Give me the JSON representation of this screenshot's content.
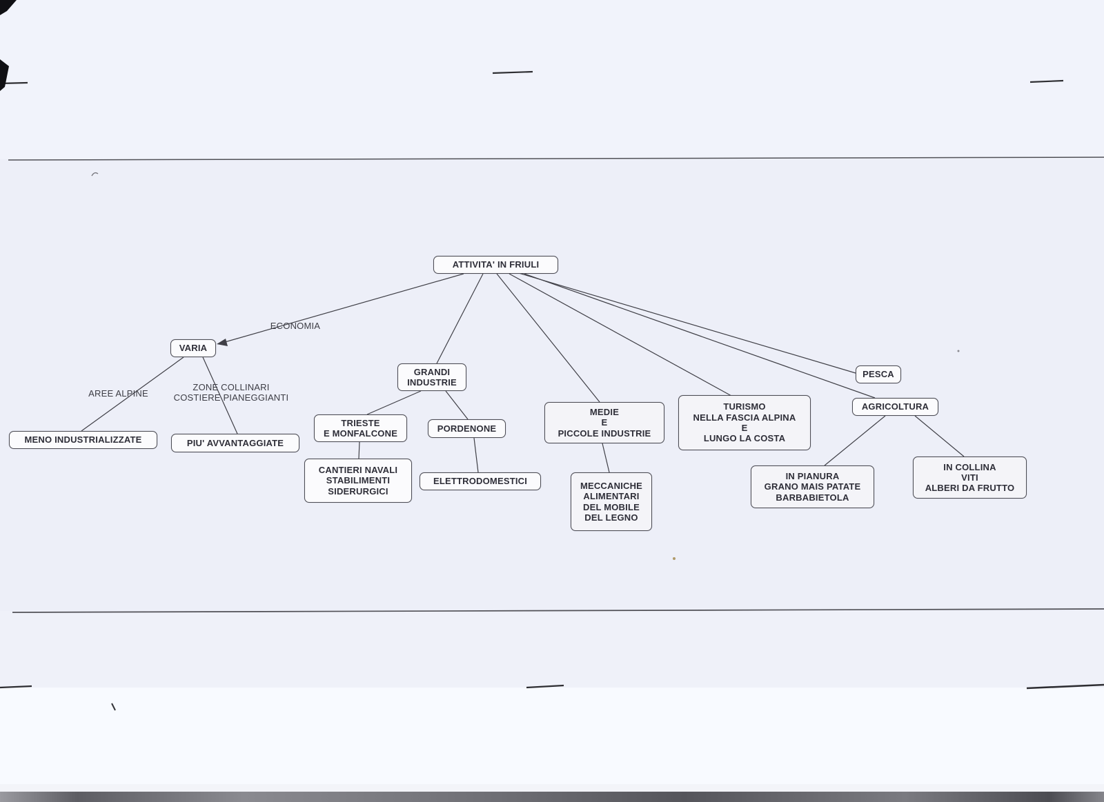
{
  "diagram": {
    "type": "concept-map",
    "title": "ATTIVITA' IN FRIULI",
    "colors": {
      "paper": "#eef0f9",
      "node_fill": "#fbfbfd",
      "node_border": "#4c4c54",
      "ink": "#2e2e38",
      "connector": "#3f3f46"
    },
    "nodes": {
      "root": {
        "label": "ATTIVITA' IN FRIULI"
      },
      "varia": {
        "label": "VARIA"
      },
      "meno": {
        "label": "MENO INDUSTRIALIZZATE"
      },
      "piu": {
        "label": "PIU' AVVANTAGGIATE"
      },
      "grandi": {
        "label": "GRANDI\nINDUSTRIE"
      },
      "trieste": {
        "label": "TRIESTE\nE MONFALCONE"
      },
      "pordenone": {
        "label": "PORDENONE"
      },
      "cantieri": {
        "label": "CANTIERI NAVALI\nSTABILIMENTI\nSIDERURGICI"
      },
      "elettro": {
        "label": "ELETTRODOMESTICI"
      },
      "medie": {
        "label": "MEDIE\nE\nPICCOLE INDUSTRIE"
      },
      "meccaniche": {
        "label": "MECCANICHE\nALIMENTARI\nDEL MOBILE\nDEL LEGNO"
      },
      "turismo": {
        "label": "TURISMO\nNELLA FASCIA ALPINA\nE\nLUNGO LA COSTA"
      },
      "pesca": {
        "label": "PESCA"
      },
      "agricoltura": {
        "label": "AGRICOLTURA"
      },
      "pianura": {
        "label": "IN PIANURA\nGRANO MAIS PATATE\nBARBABIETOLA"
      },
      "collina": {
        "label": "IN COLLINA\nVITI\nALBERI DA FRUTTO"
      }
    },
    "edge_labels": {
      "economia": "ECONOMIA",
      "aree_alpine": "AREE ALPINE",
      "zone_collinari": "ZONE COLLINARI\nCOSTIERE PIANEGGIANTI"
    },
    "edges": [
      {
        "from": "root",
        "to": "varia",
        "label": "ECONOMIA",
        "arrow": true
      },
      {
        "from": "root",
        "to": "grandi"
      },
      {
        "from": "root",
        "to": "medie"
      },
      {
        "from": "root",
        "to": "turismo"
      },
      {
        "from": "root",
        "to": "pesca"
      },
      {
        "from": "root",
        "to": "agricoltura"
      },
      {
        "from": "varia",
        "to": "meno",
        "label": "AREE ALPINE"
      },
      {
        "from": "varia",
        "to": "piu",
        "label": "ZONE COLLINARI COSTIERE PIANEGGIANTI"
      },
      {
        "from": "grandi",
        "to": "trieste"
      },
      {
        "from": "grandi",
        "to": "pordenone"
      },
      {
        "from": "trieste",
        "to": "cantieri"
      },
      {
        "from": "pordenone",
        "to": "elettro"
      },
      {
        "from": "medie",
        "to": "meccaniche"
      },
      {
        "from": "agricoltura",
        "to": "pianura"
      },
      {
        "from": "agricoltura",
        "to": "collina"
      }
    ]
  }
}
